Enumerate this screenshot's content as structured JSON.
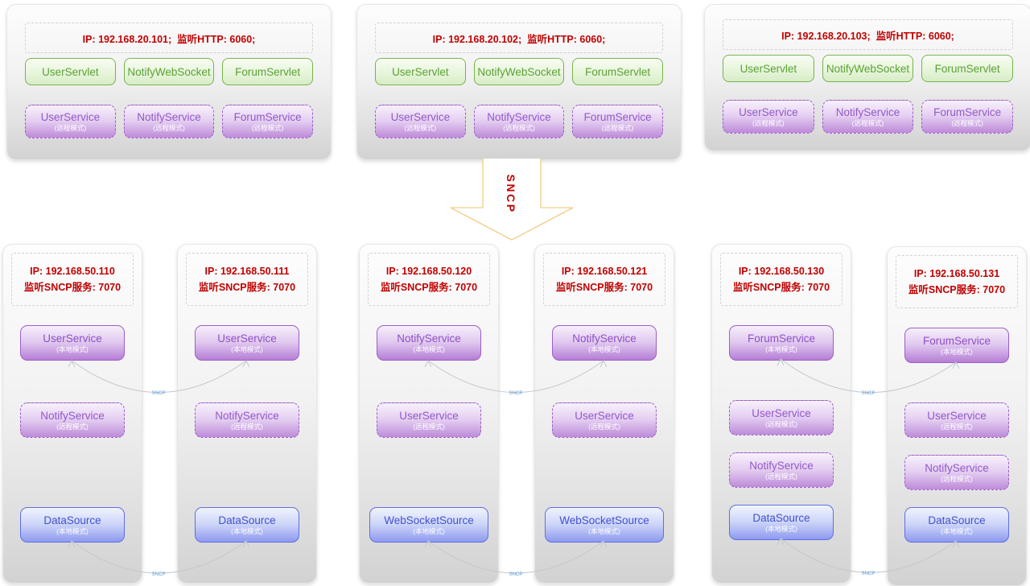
{
  "top_servers": [
    {
      "header": "IP: 192.168.20.101;  监听HTTP: 6060;",
      "servlets": [
        "UserServlet",
        "NotifyWebSocket",
        "ForumServlet"
      ],
      "services": [
        {
          "name": "UserService",
          "mode": "(远程模式)"
        },
        {
          "name": "NotifyService",
          "mode": "(远程模式)"
        },
        {
          "name": "ForumService",
          "mode": "(远程模式)"
        }
      ]
    },
    {
      "header": "IP: 192.168.20.102;  监听HTTP: 6060;",
      "servlets": [
        "UserServlet",
        "NotifyWebSocket",
        "ForumServlet"
      ],
      "services": [
        {
          "name": "UserService",
          "mode": "(远程模式)"
        },
        {
          "name": "NotifyService",
          "mode": "(远程模式)"
        },
        {
          "name": "ForumService",
          "mode": "(远程模式)"
        }
      ]
    },
    {
      "header": "IP: 192.168.20.103;  监听HTTP: 6060;",
      "servlets": [
        "UserServlet",
        "NotifyWebSocket",
        "ForumServlet"
      ],
      "services": [
        {
          "name": "UserService",
          "mode": "(远程模式)"
        },
        {
          "name": "NotifyService",
          "mode": "(远程模式)"
        },
        {
          "name": "ForumService",
          "mode": "(远程模式)"
        }
      ]
    }
  ],
  "sncp_servers": [
    {
      "ip": "IP: 192.168.50.110",
      "listen": "监听SNCP服务: 7070",
      "items": [
        {
          "name": "UserService",
          "mode": "(本地模式)"
        },
        {
          "name": "NotifyService",
          "mode": "(远程模式)"
        },
        {
          "name": "DataSource",
          "mode": "(本地模式)"
        }
      ]
    },
    {
      "ip": "IP: 192.168.50.111",
      "listen": "监听SNCP服务: 7070",
      "items": [
        {
          "name": "UserService",
          "mode": "(本地模式)"
        },
        {
          "name": "NotifyService",
          "mode": "(远程模式)"
        },
        {
          "name": "DataSource",
          "mode": "(本地模式)"
        }
      ]
    },
    {
      "ip": "IP: 192.168.50.120",
      "listen": "监听SNCP服务: 7070",
      "items": [
        {
          "name": "NotifyService",
          "mode": "(本地模式)"
        },
        {
          "name": "UserService",
          "mode": "(远程模式)"
        },
        {
          "name": "WebSocketSource",
          "mode": "(本地模式)"
        }
      ]
    },
    {
      "ip": "IP: 192.168.50.121",
      "listen": "监听SNCP服务: 7070",
      "items": [
        {
          "name": "NotifyService",
          "mode": "(本地模式)"
        },
        {
          "name": "UserService",
          "mode": "(远程模式)"
        },
        {
          "name": "WebSocketSource",
          "mode": "(本地模式)"
        }
      ]
    },
    {
      "ip": "IP: 192.168.50.130",
      "listen": "监听SNCP服务: 7070",
      "items": [
        {
          "name": "ForumService",
          "mode": "(本地模式)"
        },
        {
          "name": "UserService",
          "mode": "(远程模式)"
        },
        {
          "name": "NotifyService",
          "mode": "(远程模式)"
        },
        {
          "name": "DataSource",
          "mode": "(本地模式)"
        }
      ]
    },
    {
      "ip": "IP: 192.168.50.131",
      "listen": "监听SNCP服务: 7070",
      "items": [
        {
          "name": "ForumService",
          "mode": "(本地模式)"
        },
        {
          "name": "UserService",
          "mode": "(远程模式)"
        },
        {
          "name": "NotifyService",
          "mode": "(远程模式)"
        },
        {
          "name": "DataSource",
          "mode": "(本地模式)"
        }
      ]
    }
  ],
  "arrow": {
    "label": "SNCP"
  },
  "connectors": {
    "label": "SNCP"
  },
  "colors": {
    "red_text": "#c00000",
    "green_border": "#77b34a",
    "purple_border": "#9c5fc9",
    "blue_border": "#5f6fe0",
    "arrow_stroke": "#f2cd87",
    "connector_stroke": "#c2c8cd",
    "connector_label": "#5b9bd5"
  }
}
